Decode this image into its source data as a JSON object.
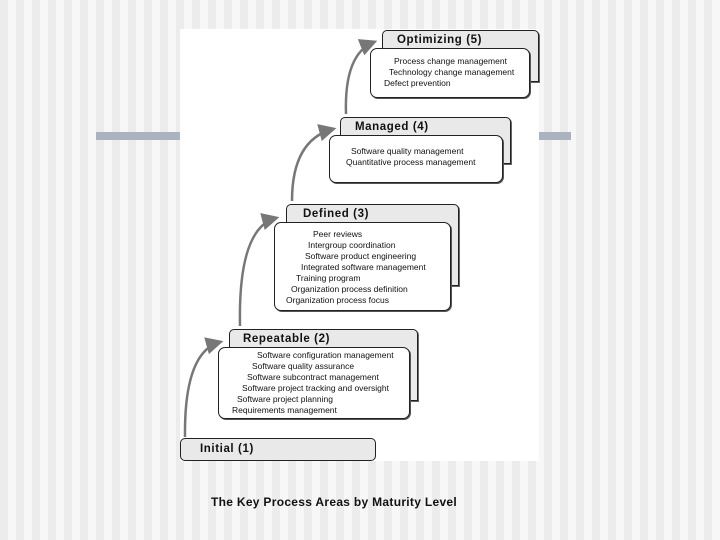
{
  "caption": "The Key Process Areas by Maturity Level",
  "initial": {
    "title": "Initial (1)"
  },
  "repeatable": {
    "title": "Repeatable (2)",
    "items": [
      "Software configuration management",
      "Software quality assurance",
      "Software subcontract management",
      "Software project tracking and oversight",
      "Software project planning",
      "Requirements management"
    ]
  },
  "defined": {
    "title": "Defined (3)",
    "items": [
      "Peer reviews",
      "Intergroup coordination",
      "Software product engineering",
      "Integrated software management",
      "Training program",
      "Organization process definition",
      "Organization process focus"
    ]
  },
  "managed": {
    "title": "Managed (4)",
    "items": [
      "Software quality management",
      "Quantitative process management"
    ]
  },
  "optimizing": {
    "title": "Optimizing (5)",
    "items": [
      "Process change management",
      "Technology change management",
      "Defect prevention"
    ]
  }
}
